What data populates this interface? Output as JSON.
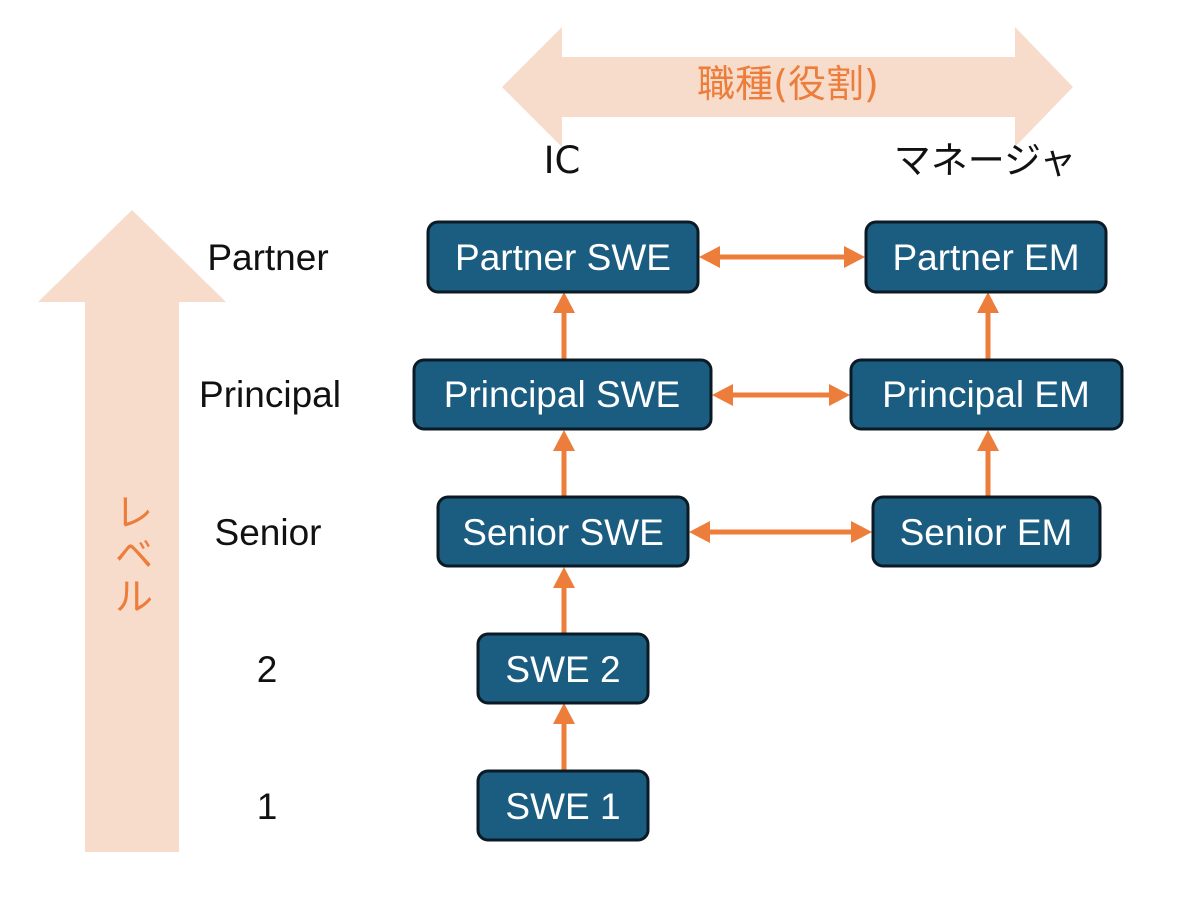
{
  "axes": {
    "horizontal_label": "職種(役割)",
    "vertical_label_chars": [
      "レ",
      "ベ",
      "ル"
    ]
  },
  "columns": {
    "ic": "IC",
    "manager": "マネージャ"
  },
  "levels": {
    "partner": "Partner",
    "principal": "Principal",
    "senior": "Senior",
    "l2": "2",
    "l1": "1"
  },
  "nodes": {
    "partner_swe": "Partner SWE",
    "partner_em": "Partner EM",
    "principal_swe": "Principal SWE",
    "principal_em": "Principal EM",
    "senior_swe": "Senior SWE",
    "senior_em": "Senior EM",
    "swe2": "SWE 2",
    "swe1": "SWE 1"
  },
  "colors": {
    "node_fill": "#1a5d80",
    "connector": "#ec7d3a",
    "axis_arrow": "#f8dccb",
    "axis_text": "#ec7d3a"
  }
}
